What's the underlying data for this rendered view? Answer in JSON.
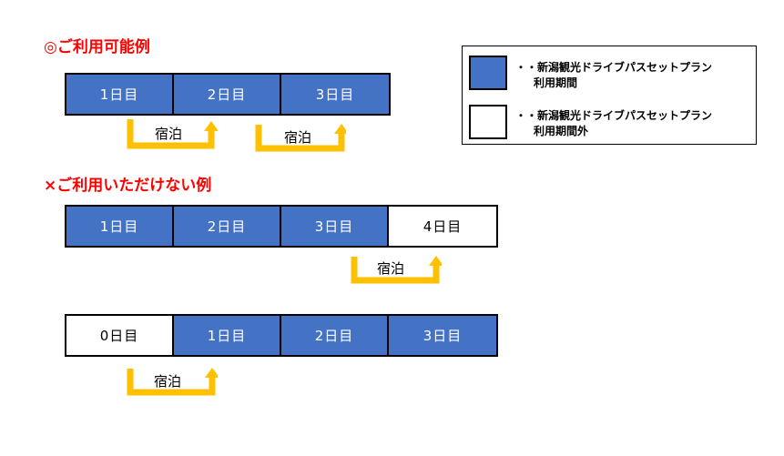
{
  "ok_title": "◎ご利用可能例",
  "ng_title": "×ご利用いただけない例",
  "stay_label": "宿泊",
  "colors": {
    "in_period": "#4472c4",
    "out_period": "#ffffff",
    "arrow": "#ffc000",
    "title": "#ff0000"
  },
  "example1": {
    "days": [
      "1日目",
      "2日目",
      "3日目"
    ]
  },
  "example2": {
    "days": [
      "1日目",
      "2日目",
      "3日目",
      "4日目"
    ]
  },
  "example3": {
    "days": [
      "0日目",
      "1日目",
      "2日目",
      "3日目"
    ]
  },
  "legend": {
    "in_line1": "・・新潟観光ドライブパスセットプラン",
    "in_line2": "利用期間",
    "out_line1": "・・新潟観光ドライブパスセットプラン",
    "out_line2": "利用期間外"
  }
}
